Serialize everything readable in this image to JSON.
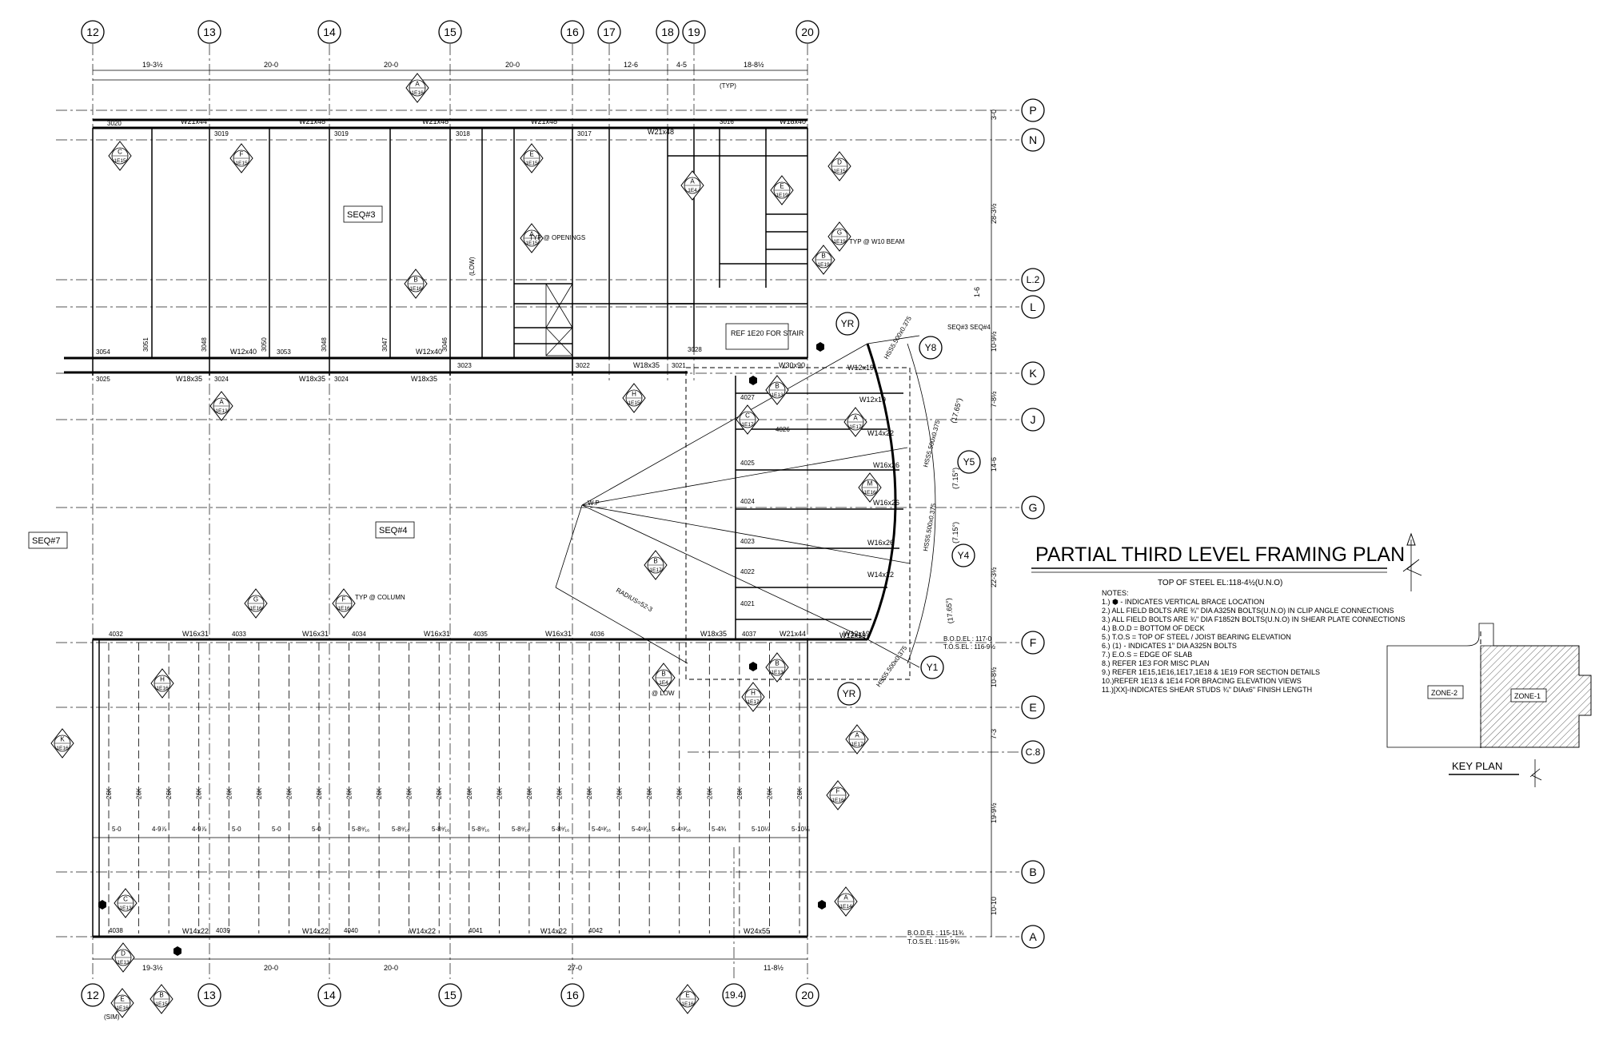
{
  "title": "PARTIAL THIRD LEVEL FRAMING PLAN",
  "subtitle": "TOP OF STEEL EL:118-4½(U.N.O)",
  "notes_header": "NOTES:",
  "notes": [
    "1.) ⬢ - INDICATES VERTICAL BRACE LOCATION",
    "2.) ALL FIELD BOLTS ARE ¾\" DIA A325N BOLTS(U.N.O) IN CLIP ANGLE CONNECTIONS",
    "3.) ALL FIELD BOLTS ARE ¾\" DIA F1852N BOLTS(U.N.O) IN SHEAR PLATE CONNECTIONS",
    "4.) B.O.D = BOTTOM OF DECK",
    "5.) T.O.S = TOP OF STEEL / JOIST BEARING ELEVATION",
    "6.) ⟨1⟩ - INDICATES 1\" DIA A325N BOLTS",
    "7.) E.O.S = EDGE OF SLAB",
    "8.) REFER 1E3 FOR MISC PLAN",
    "9.) REFER 1E15,1E16,1E17,1E18 & 1E19 FOR SECTION DETAILS",
    "10.)REFER 1E13 & 1E14 FOR BRACING ELEVATION VIEWS",
    "11.)[XX]-INDICATES SHEAR STUDS ¾\" DIAx6\" FINISH LENGTH"
  ],
  "key_plan": {
    "title": "KEY PLAN",
    "zone1": "ZONE-1",
    "zone2": "ZONE-2"
  },
  "grid_cols_top": [
    "12",
    "13",
    "14",
    "15",
    "16",
    "17",
    "18",
    "19",
    "20"
  ],
  "grid_cols_bottom": [
    "12",
    "13",
    "14",
    "15",
    "16",
    "19.4",
    "20"
  ],
  "grid_rows": [
    "P",
    "N",
    "L.2",
    "L",
    "K",
    "J",
    "G",
    "F",
    "E",
    "C.8",
    "B",
    "A"
  ],
  "radial_grids": [
    "YR",
    "Y8",
    "Y5",
    "Y4",
    "Y1",
    "YR"
  ],
  "seq_labels": {
    "seq3": "SEQ#3",
    "seq4": "SEQ#4",
    "seq7": "SEQ#7"
  },
  "dims_top": [
    "19-3½",
    "20-0",
    "20-0",
    "20-0",
    "12-6",
    "4-5",
    "18-8½"
  ],
  "dims_bottom": [
    "19-3½",
    "20-0",
    "20-0",
    "27-0",
    "11-8½"
  ],
  "dims_right": [
    "3-0",
    "28-3½",
    "1-6",
    "10-9½",
    "7-8½",
    "14-6",
    "22-3½",
    "10-8½",
    "7-3",
    "19-9½",
    "10-10"
  ],
  "beams_top": [
    "W21x44",
    "W21x48",
    "W21x48",
    "W21x48",
    "W21x48",
    "W18x40"
  ],
  "beams_k": [
    "W12x40",
    "W12x40",
    "W18x35",
    "W18x35",
    "W18x35",
    "W18x35",
    "W30x90",
    "W12x19"
  ],
  "beams_f": [
    "W16x31",
    "W16x31",
    "W16x31",
    "W16x31",
    "W18x35",
    "W21x44",
    "W12x19"
  ],
  "beams_a": [
    "W14x22",
    "W14x22",
    "W14x22",
    "W14x22",
    "W24x55"
  ],
  "joists": [
    "26K",
    "26K",
    "26K",
    "26K",
    "26K",
    "26K",
    "26K",
    "26K",
    "26K",
    "26K",
    "26K",
    "26K",
    "26K",
    "26K",
    "26K",
    "26K",
    "26K",
    "26K",
    "26K",
    "26K",
    "26K",
    "26K",
    "26K",
    "26K"
  ],
  "joist_spacings": [
    "5-0",
    "4-9⅞",
    "4-9⅞",
    "5-0",
    "5-0",
    "5-0",
    "5-8⁹⁄₁₆",
    "5-8⁹⁄₁₆",
    "5-8⁹⁄₁₆",
    "5-8⁹⁄₁₆",
    "5-8⁹⁄₁₆",
    "5-8⁹⁄₁₆",
    "5-4¹³⁄₁₆",
    "5-4¹³⁄₁₆",
    "5-4¹³⁄₁₆",
    "5-4¾",
    "5-10¼",
    "5-10¼"
  ],
  "piece_marks_top": [
    "3020",
    "3019",
    "3019",
    "3018",
    "3017",
    "3016"
  ],
  "piece_marks_k": [
    "3054",
    "3051",
    "3048",
    "3050",
    "3053",
    "3048",
    "3047",
    "3046",
    "3023",
    "3022",
    "3021"
  ],
  "piece_marks_row2": [
    "3025",
    "3024",
    "3024",
    "3028"
  ],
  "piece_marks_f": [
    "4032",
    "4033",
    "4034",
    "4035",
    "4036",
    "4037"
  ],
  "piece_marks_a": [
    "4038",
    "4039",
    "4040",
    "4041",
    "4042"
  ],
  "curved_marks": [
    "4027",
    "4026",
    "4025",
    "4024",
    "4023",
    "4022",
    "4021"
  ],
  "curved_beams": [
    "W12x19",
    "W14x22",
    "W16x26",
    "W16x26",
    "W16x26",
    "W14x22",
    "W12x19"
  ],
  "hss": [
    "HSS5.500x0.375",
    "HSS5.500x0.375",
    "HSS5.500x0.375",
    "HSS5.500x0.375"
  ],
  "angles": [
    "(17.65°)",
    "(7.15°)",
    "(7.15°)",
    "(17.65°)"
  ],
  "callouts": [
    {
      "letter": "A",
      "ref": "1E16"
    },
    {
      "letter": "C",
      "ref": "1E15"
    },
    {
      "letter": "F",
      "ref": "1E15"
    },
    {
      "letter": "E",
      "ref": "1E15"
    },
    {
      "letter": "B",
      "ref": "1E16"
    },
    {
      "letter": "A",
      "ref": "1E15"
    },
    {
      "letter": "A",
      "ref": "1E4"
    },
    {
      "letter": "D",
      "ref": "1E15"
    },
    {
      "letter": "E",
      "ref": "1E19"
    },
    {
      "letter": "G",
      "ref": "1E19"
    },
    {
      "letter": "B",
      "ref": "1E19"
    },
    {
      "letter": "H",
      "ref": "1E15"
    },
    {
      "letter": "B",
      "ref": "1E13"
    },
    {
      "letter": "C",
      "ref": "1E17"
    },
    {
      "letter": "A",
      "ref": "1E17"
    },
    {
      "letter": "M",
      "ref": "1E16"
    },
    {
      "letter": "B",
      "ref": "1E17"
    },
    {
      "letter": "G",
      "ref": "1E16"
    },
    {
      "letter": "F",
      "ref": "1E16"
    },
    {
      "letter": "H",
      "ref": "1E16"
    },
    {
      "letter": "K",
      "ref": "1E16"
    },
    {
      "letter": "B",
      "ref": "1E4"
    },
    {
      "letter": "B",
      "ref": "1E13"
    },
    {
      "letter": "H",
      "ref": "1E17"
    },
    {
      "letter": "A",
      "ref": "1E17"
    },
    {
      "letter": "F",
      "ref": "1E16"
    },
    {
      "letter": "C",
      "ref": "1E13"
    },
    {
      "letter": "A",
      "ref": "1E14"
    },
    {
      "letter": "D",
      "ref": "1E13"
    },
    {
      "letter": "E",
      "ref": "1E16"
    },
    {
      "letter": "B",
      "ref": "1E15"
    },
    {
      "letter": "E",
      "ref": "1E16"
    },
    {
      "letter": "A",
      "ref": "1E13"
    }
  ],
  "annotations": {
    "typ_openings": "TYP @ OPENINGS",
    "typ_column": "TYP @ COLUMN",
    "typ_w10": "TYP @ W10 BEAM",
    "ref_stair": "REF 1E20 FOR STAIR",
    "wp": "W.P",
    "radius": "RADIUS=52-3",
    "at_low": "@ LOW",
    "bod_f": "B.O.D.EL : 117-0",
    "tosel_f": "T.O.S.EL : 116-9½",
    "bod_a": "B.O.D.EL : 115-11¾",
    "tosel_a": "T.O.S.EL : 115-9¾",
    "sim": "(SIM)",
    "typ": "(TYP)",
    "low": "(LOW)",
    "seq3_4": "SEQ#3 SEQ#4"
  }
}
